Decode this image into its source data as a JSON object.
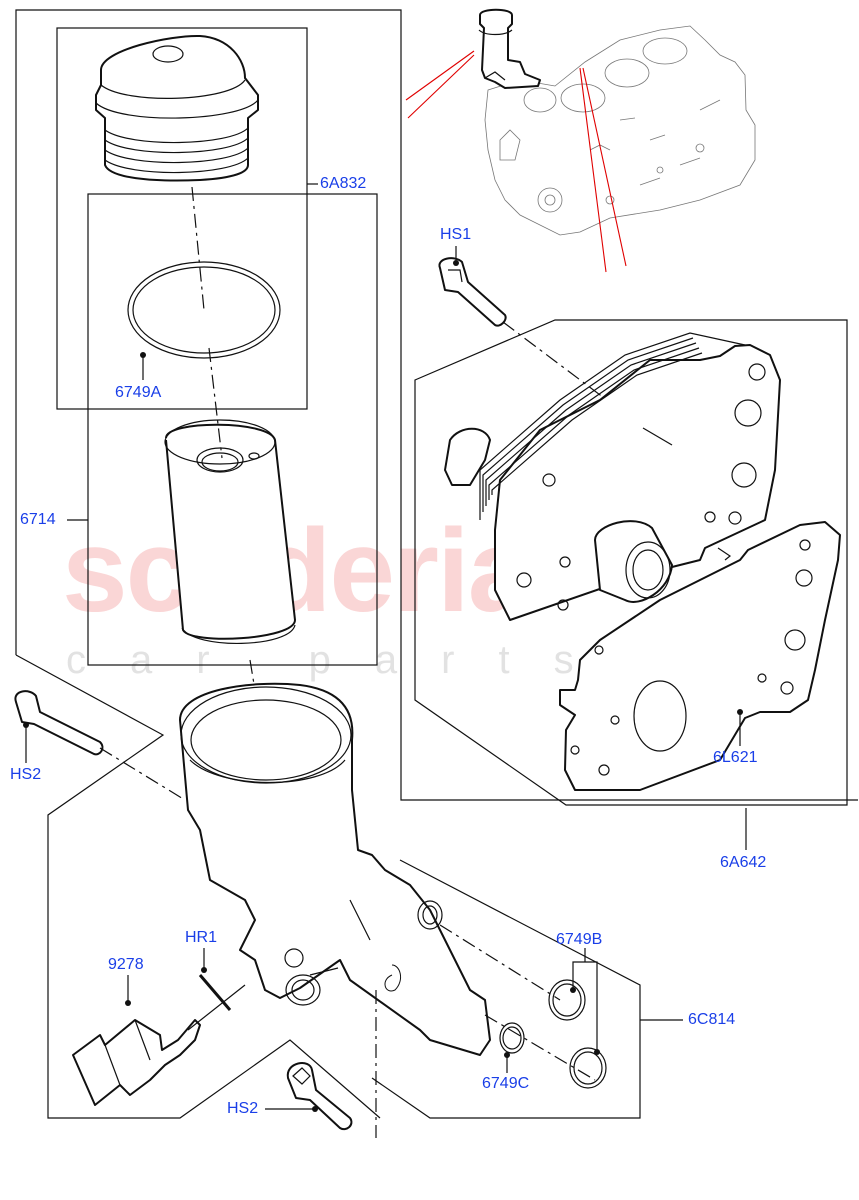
{
  "diagram": {
    "subject": "Oil filter housing and oil cooler exploded parts diagram",
    "line_color": "#111111",
    "label_color": "#1a3fe8",
    "locator_line_color": "#e00000"
  },
  "watermark": {
    "main": "scuderia",
    "sub": "car parts",
    "color": "#f9c9c9"
  },
  "callouts": [
    {
      "id": "6A832",
      "text": "6A832",
      "part": "oil filter cap"
    },
    {
      "id": "6749A",
      "text": "6749A",
      "part": "oil filter cap o-ring"
    },
    {
      "id": "6714",
      "text": "6714",
      "part": "oil filter element"
    },
    {
      "id": "HS1",
      "text": "HS1",
      "part": "oil cooler bolt"
    },
    {
      "id": "6L621",
      "text": "6L621",
      "part": "oil cooler gasket"
    },
    {
      "id": "6A642",
      "text": "6A642",
      "part": "oil cooler"
    },
    {
      "id": "HS2a",
      "text": "HS2",
      "part": "housing bolt upper"
    },
    {
      "id": "HR1",
      "text": "HR1",
      "part": "sensor o-ring"
    },
    {
      "id": "9278",
      "text": "9278",
      "part": "oil pressure sensor"
    },
    {
      "id": "6749B",
      "text": "6749B",
      "part": "seal rings"
    },
    {
      "id": "6C814",
      "text": "6C814",
      "part": "oil filter housing"
    },
    {
      "id": "6749C",
      "text": "6749C",
      "part": "seal ring"
    },
    {
      "id": "HS2b",
      "text": "HS2",
      "part": "housing bolt lower"
    }
  ]
}
